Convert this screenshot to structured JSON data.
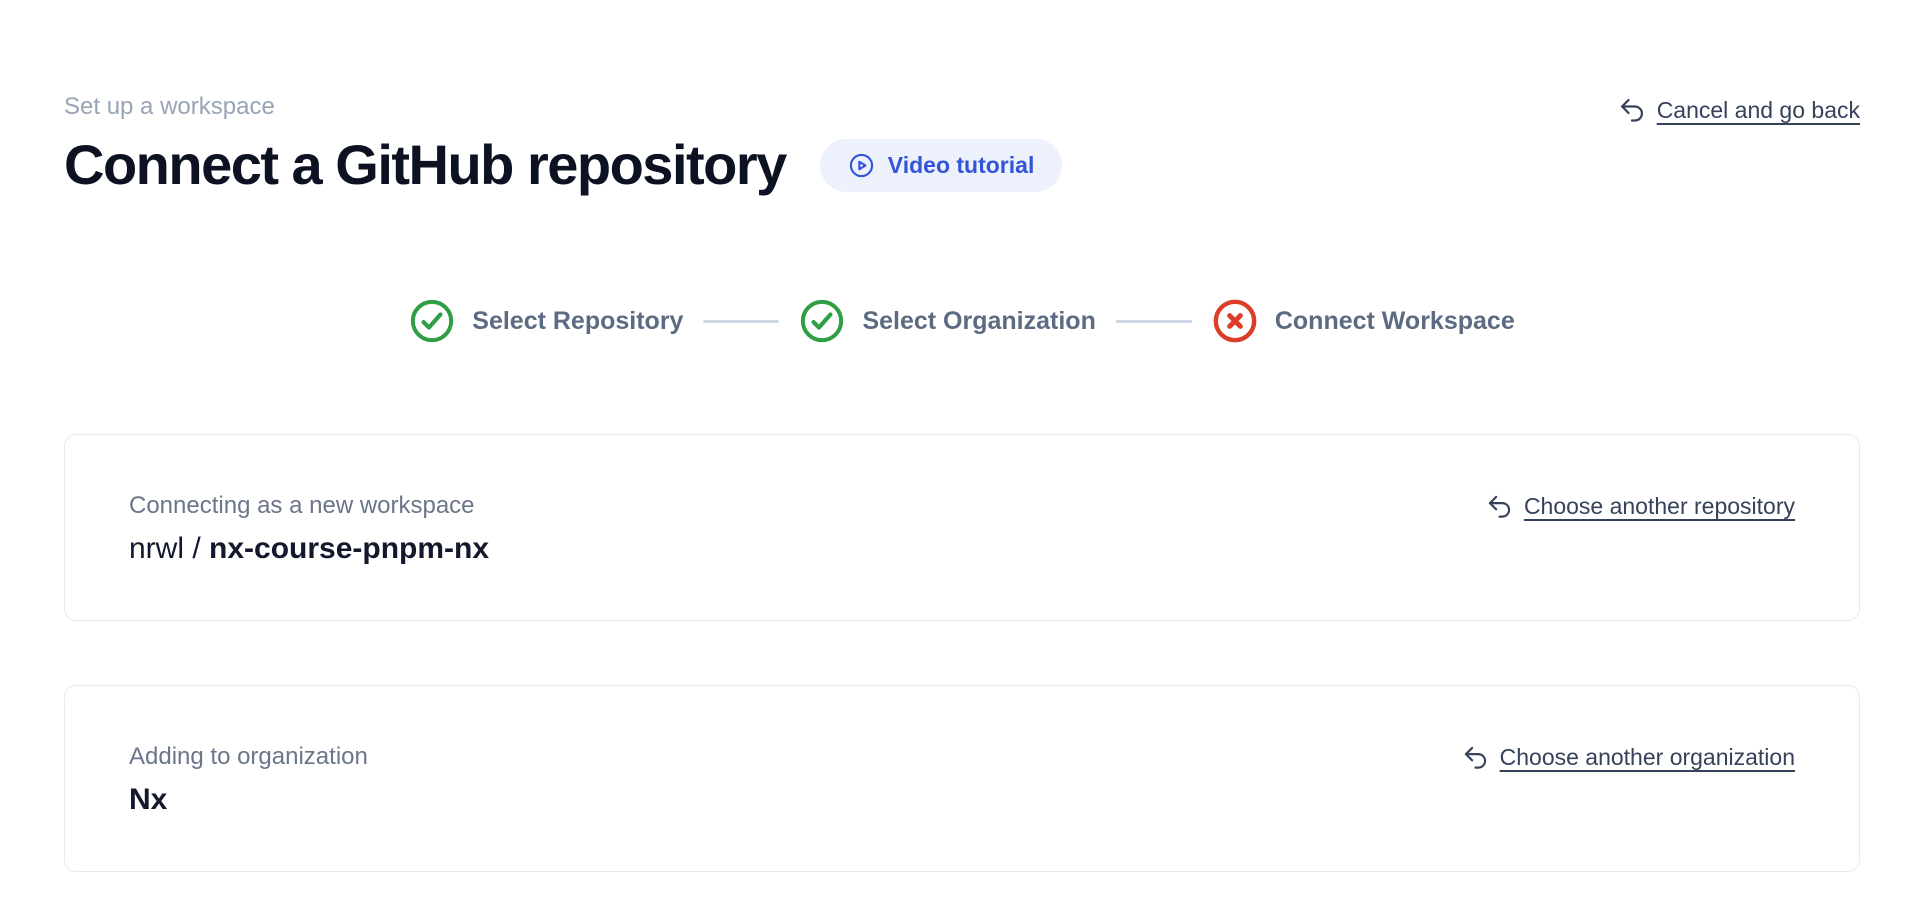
{
  "header": {
    "eyebrow": "Set up a workspace",
    "title": "Connect a GitHub repository",
    "video_tutorial_label": "Video tutorial",
    "cancel_label": "Cancel and go back"
  },
  "stepper": {
    "steps": [
      {
        "label": "Select Repository",
        "state": "complete"
      },
      {
        "label": "Select Organization",
        "state": "complete"
      },
      {
        "label": "Connect Workspace",
        "state": "error"
      }
    ]
  },
  "repository_card": {
    "label": "Connecting as a new workspace",
    "owner_prefix": "nrwl / ",
    "repo_name": "nx-course-pnpm-nx",
    "action_label": "Choose another repository"
  },
  "organization_card": {
    "label": "Adding to organization",
    "name": "Nx",
    "action_label": "Choose another organization"
  },
  "colors": {
    "accent_blue": "#3354d8",
    "pill_background": "#edf1fc",
    "success_green": "#2f9e44",
    "error_red": "#dc3d28",
    "link_slate": "#36425a",
    "muted_gray": "#98a4b5",
    "step_label_gray": "#5d6b82",
    "connector_gray": "#ccd6e4",
    "card_border": "#e7eaf2",
    "title_dark": "#0c1222"
  }
}
